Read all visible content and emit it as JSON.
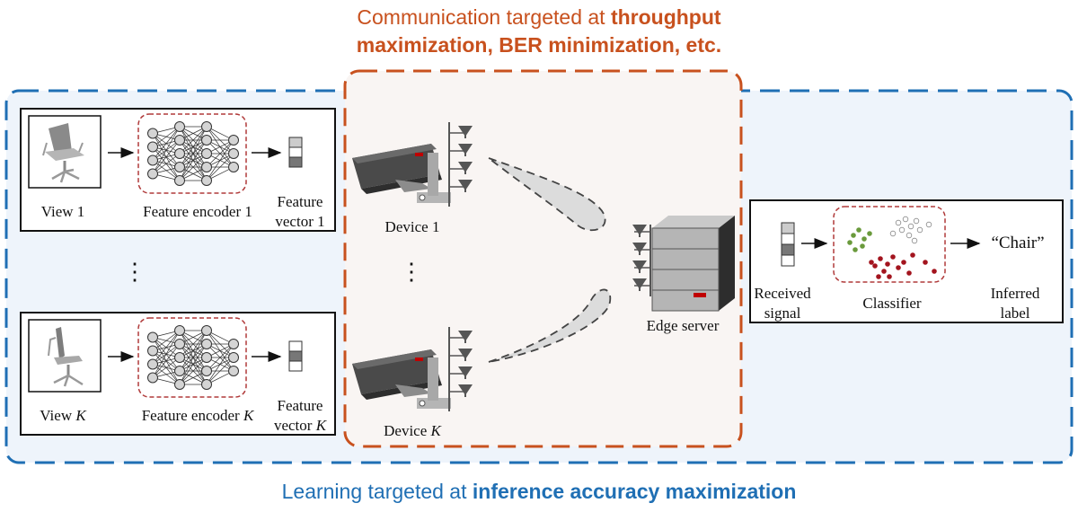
{
  "captions": {
    "top_line1_normal": "Communication targeted at ",
    "top_line1_bold": "throughput",
    "top_line2_bold": "maximization, BER minimization, etc.",
    "bottom_normal": "Learning targeted at ",
    "bottom_bold": "inference accuracy maximization"
  },
  "rows": [
    {
      "view_label": "View ",
      "view_index": "1",
      "encoder_label": "Feature encoder ",
      "encoder_index": "1",
      "vector_line1": "Feature",
      "vector_line2": "vector ",
      "vector_index": "1",
      "device_label": "Device ",
      "device_index": "1"
    },
    {
      "view_label": "View ",
      "view_index": "K",
      "encoder_label": "Feature encoder ",
      "encoder_index": "K",
      "vector_line1": "Feature",
      "vector_line2": "vector ",
      "vector_index": "K",
      "device_label": "Device ",
      "device_index": "K"
    }
  ],
  "ellipsis": "⋮",
  "server": {
    "label": "Edge server"
  },
  "receiver": {
    "received_line1": "Received",
    "received_line2": "signal",
    "classifier": "Classifier",
    "output": "“Chair”",
    "inferred_line1": "Inferred",
    "inferred_line2": "label"
  },
  "colors": {
    "communication": "#c8511e",
    "learning": "#1f6fb4",
    "encoder_border": "#b03a3a",
    "class_green": "#6a9a3c",
    "class_red": "#a3141e"
  }
}
